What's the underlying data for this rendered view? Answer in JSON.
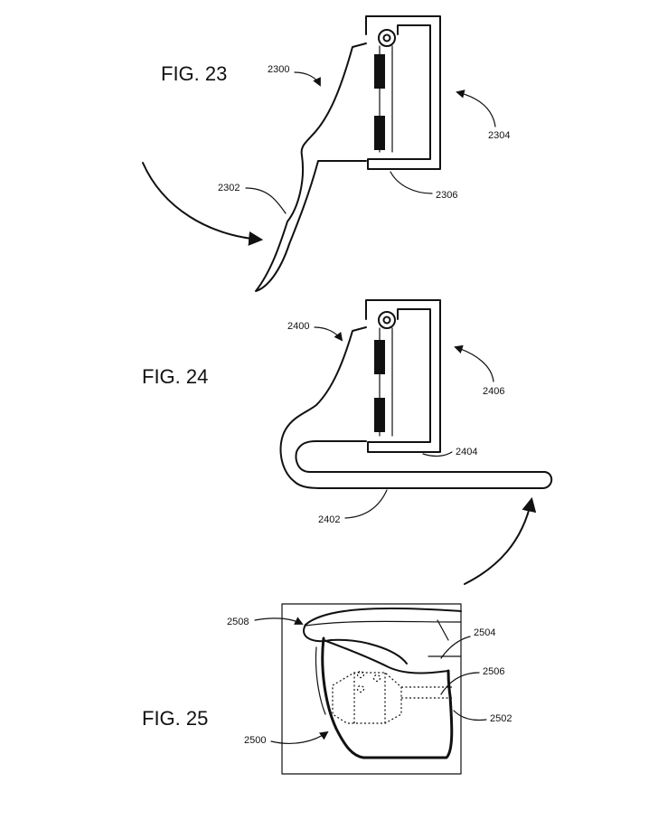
{
  "figures": [
    {
      "title": "FIG. 23",
      "refs": [
        "2300",
        "2302",
        "2304",
        "2306"
      ]
    },
    {
      "title": "FIG. 24",
      "refs": [
        "2400",
        "2402",
        "2404",
        "2406"
      ]
    },
    {
      "title": "FIG. 25",
      "refs": [
        "2500",
        "2502",
        "2504",
        "2506",
        "2508"
      ]
    }
  ]
}
